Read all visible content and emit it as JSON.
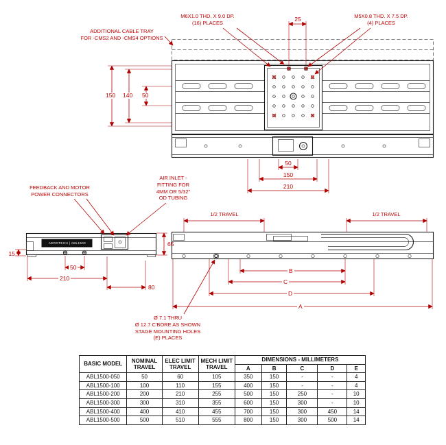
{
  "notes": {
    "cable_tray": "ADDITIONAL CABLE TRAY\nFOR -CMS2 AND -CMS4 OPTIONS",
    "m6_holes": "M6X1.0 THD. X 9.0 DP.\n(16) PLACES",
    "m5_holes": "M5X0.8 THD. X 7.5 DP.\n(4) PLACES",
    "feedback": "FEEDBACK AND MOTOR\nPOWER CONNECTORS",
    "air_inlet": "AIR INLET -\nFITTING FOR\n4MM OR 5/32\"\nOD TUBING",
    "mounting_holes": "Ø 7.1 THRU\nØ 12.7 C'BORE AS SHOWN\nSTAGE MOUNTING HOLES\n(E) PLACES"
  },
  "dims": {
    "hole_pitch": "25",
    "plan_height_outer": "150",
    "plan_height_inner": "140",
    "plan_rail_span": "50",
    "plan_bottom_50": "50",
    "plan_bottom_150": "150",
    "plan_bottom_210": "210",
    "end_height": "65",
    "end_base_height": "15",
    "end_screw_span": "50",
    "end_length": "210",
    "end_offset": "80",
    "travel_left": "1/2 TRAVEL",
    "travel_right": "1/2 TRAVEL",
    "dim_a": "A",
    "dim_b": "B",
    "dim_c": "C",
    "dim_d": "D"
  },
  "logo_label": "AEROTECH | ABL1500",
  "colors": {
    "annotation": "#c00000",
    "linework": "#1a1a1a"
  },
  "table": {
    "headers": {
      "model": "BASIC MODEL",
      "nominal": "NOMINAL\nTRAVEL",
      "elec": "ELEC LIMIT\nTRAVEL",
      "mech": "MECH LIMIT\nTRAVEL",
      "dims_group": "DIMENSIONS - MILLIMETERS",
      "a": "A",
      "b": "B",
      "c": "C",
      "d": "D",
      "e": "E"
    },
    "rows": [
      [
        "ABL1500-050",
        "50",
        "60",
        "105",
        "350",
        "150",
        "-",
        "-",
        "4"
      ],
      [
        "ABL1500-100",
        "100",
        "110",
        "155",
        "400",
        "150",
        "-",
        "-",
        "4"
      ],
      [
        "ABL1500-200",
        "200",
        "210",
        "255",
        "500",
        "150",
        "250",
        "-",
        "10"
      ],
      [
        "ABL1500-300",
        "300",
        "310",
        "355",
        "600",
        "150",
        "300",
        "-",
        "10"
      ],
      [
        "ABL1500-400",
        "400",
        "410",
        "455",
        "700",
        "150",
        "300",
        "450",
        "14"
      ],
      [
        "ABL1500-500",
        "500",
        "510",
        "555",
        "800",
        "150",
        "300",
        "500",
        "14"
      ]
    ]
  }
}
